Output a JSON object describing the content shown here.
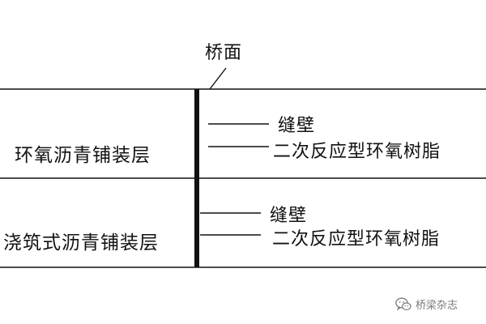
{
  "diagram": {
    "top_label": "桥面",
    "layers": [
      {
        "name": "环氧沥青铺装层",
        "crack_wall_label": "缝壁",
        "epoxy_label": "二次反应型环氧树脂"
      },
      {
        "name": "浇筑式沥青铺装层",
        "crack_wall_label": "缝壁",
        "epoxy_label": "二次反应型环氧树脂"
      }
    ],
    "watermark": {
      "text": "桥梁杂志",
      "icon": "wechat-icon"
    },
    "colors": {
      "line": "#111111",
      "watermark": "#7a7a7a"
    }
  }
}
